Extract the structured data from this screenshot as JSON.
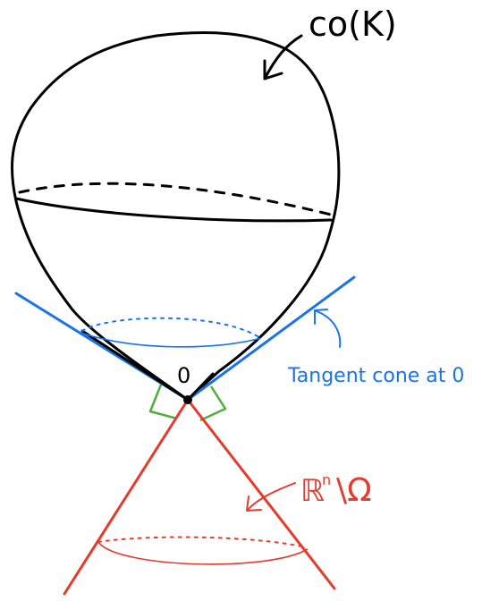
{
  "labels": {
    "hull": "co(K)",
    "origin": "0",
    "tangent_cone": "Tangent cone at 0",
    "complement_main": "ℝ",
    "complement_sup": "n",
    "complement_rest": "\\Ω"
  },
  "colors": {
    "black": "#000000",
    "blue": "#1a73e8",
    "red": "#e53a2c",
    "green": "#4caf3a"
  }
}
